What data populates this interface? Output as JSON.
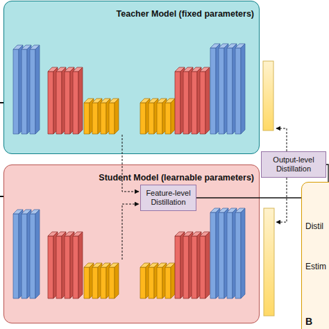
{
  "diagram": {
    "nodes": [
      {
        "text": [
          "Teacher Model (fixed parameters)"
        ]
      },
      {
        "text": [
          "Student Model (learnable parameters)"
        ]
      },
      {
        "text": [
          "Output-level Distillation"
        ]
      },
      {
        "text": [
          "Feature-level Distillation"
        ]
      },
      {
        "text": [
          "Distil",
          "Estim",
          "B"
        ]
      }
    ],
    "edges": [
      {
        "from": 2,
        "to": 4,
        "arrow": "none"
      },
      {
        "from": 3,
        "to": 4,
        "arrow": "none"
      }
    ]
  }
}
